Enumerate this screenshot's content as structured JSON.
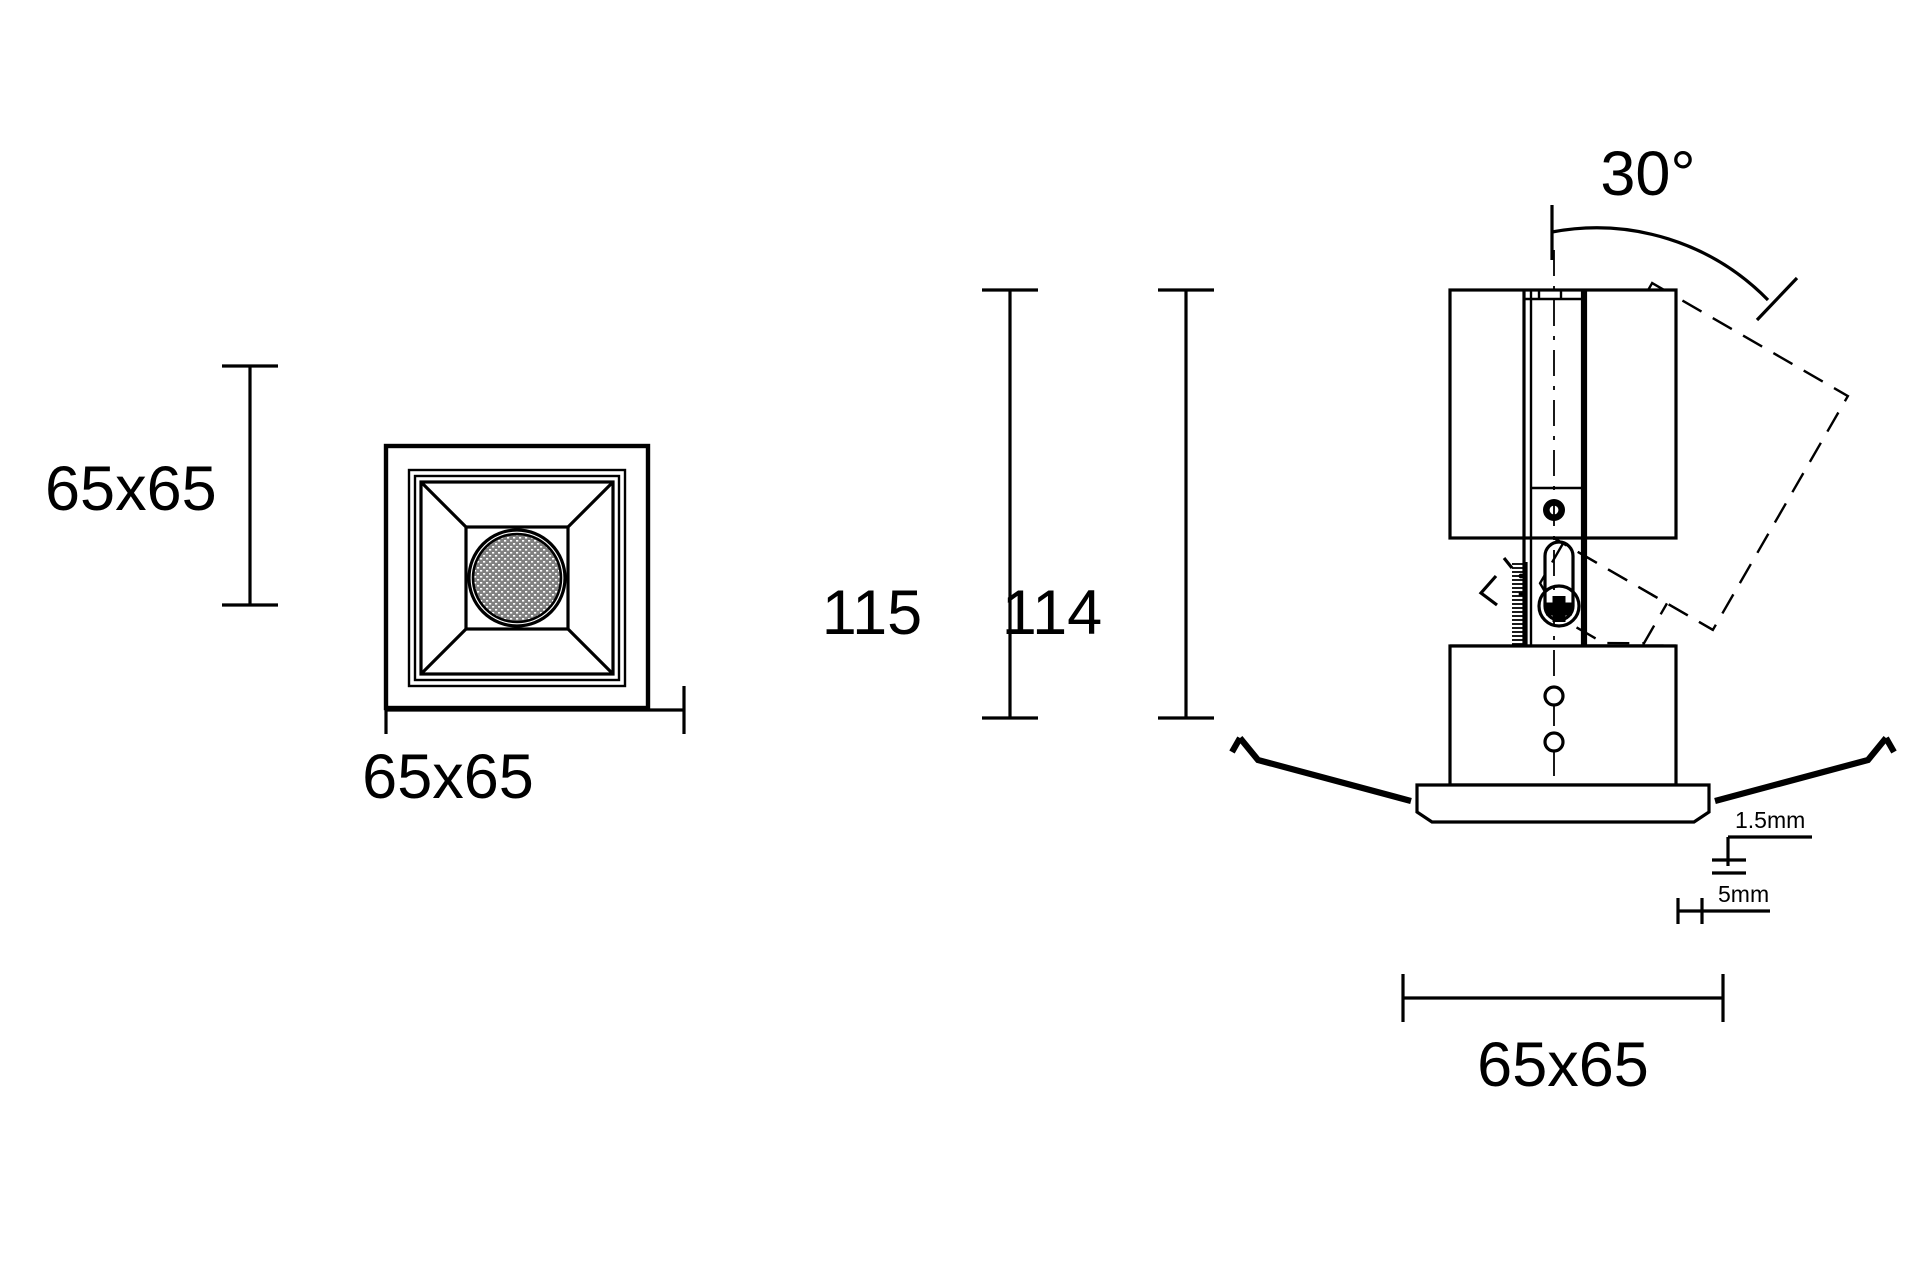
{
  "drawing": {
    "title": "Recessed square downlight dimension drawing",
    "units": "mm",
    "line_color": "#000000",
    "background_color": "#ffffff",
    "led_fill_color": "#808080"
  },
  "front_view": {
    "name": "front-view",
    "dimension_vertical": "65x65",
    "dimension_horizontal": "65x65"
  },
  "side_view": {
    "name": "side-section-view",
    "height_overall": "115",
    "height_body": "114",
    "tilt_angle": "30°",
    "trim_thickness": "1.5mm",
    "trim_offset": "5mm",
    "width_dimension": "65x65"
  },
  "labels": {
    "front_height": "65x65",
    "front_width": "65x65",
    "side_height_left": "115",
    "side_height_right": "114",
    "angle": "30°",
    "thickness_1": "1.5mm",
    "thickness_2": "5mm",
    "side_width": "65x65"
  }
}
